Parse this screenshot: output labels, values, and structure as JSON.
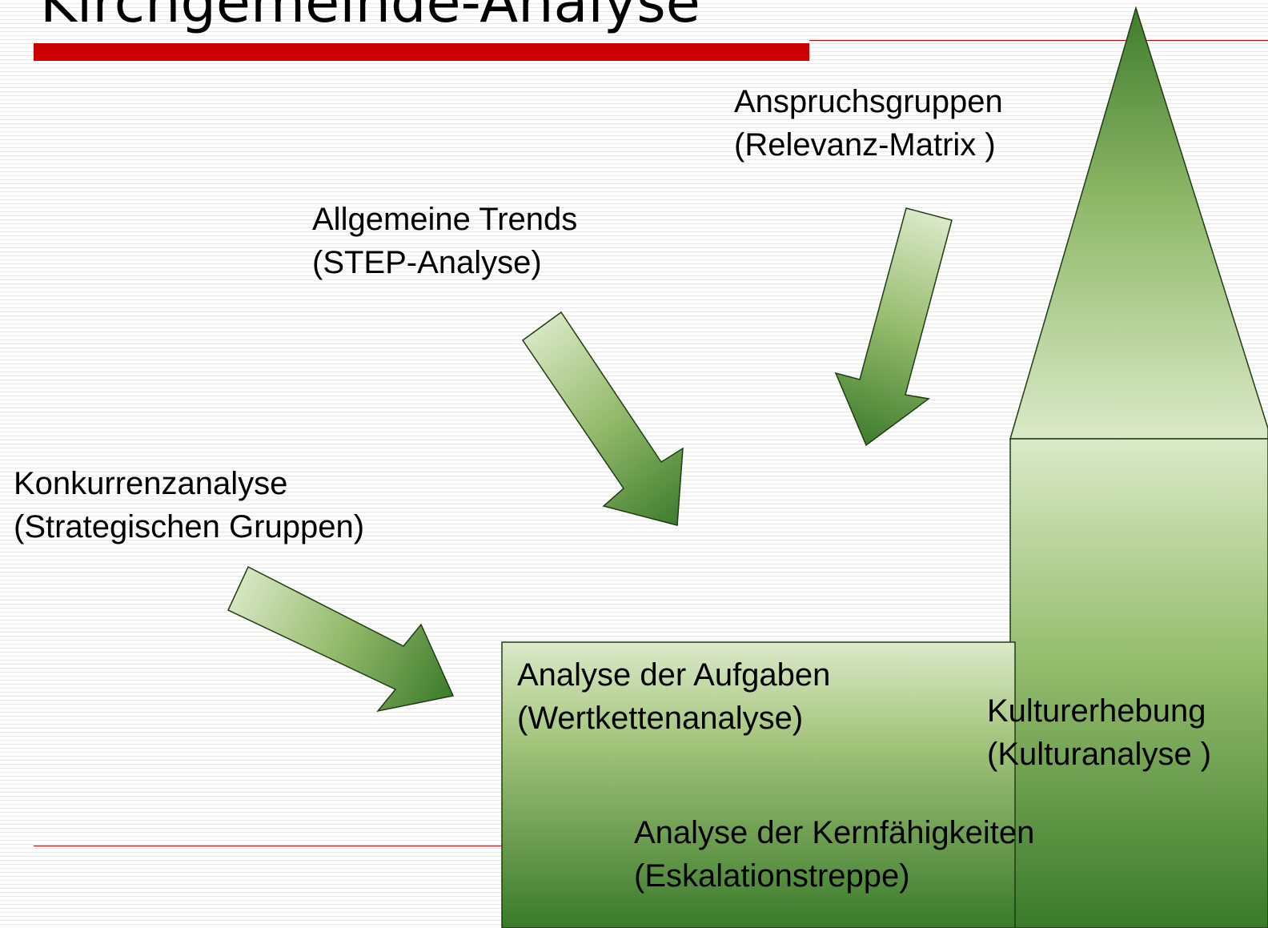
{
  "title": "Kirchgemeinde-Analyse",
  "labels": {
    "anspruchsgruppen": [
      "Anspruchsgruppen",
      "(Relevanz-Matrix )"
    ],
    "trends": [
      "Allgemeine Trends",
      "(STEP-Analyse)"
    ],
    "konkurrenz": [
      "Konkurrenzanalyse",
      "(Strategischen Gruppen)"
    ],
    "aufgaben": [
      "Analyse der Aufgaben",
      "(Wertkettenanalyse)"
    ],
    "kultur": [
      "Kulturerhebung",
      "(Kulturanalyse )"
    ],
    "kern": [
      "Analyse der Kernfähigkeiten",
      "(Eskalationstreppe)"
    ]
  },
  "colors": {
    "accent_red": "#cc0000",
    "green_dark": "#3a7a2a",
    "green_mid": "#8fb868",
    "green_light": "#dbe9c8"
  },
  "icons": [
    "arrow-icon",
    "church-tower-icon",
    "church-nave-icon"
  ]
}
